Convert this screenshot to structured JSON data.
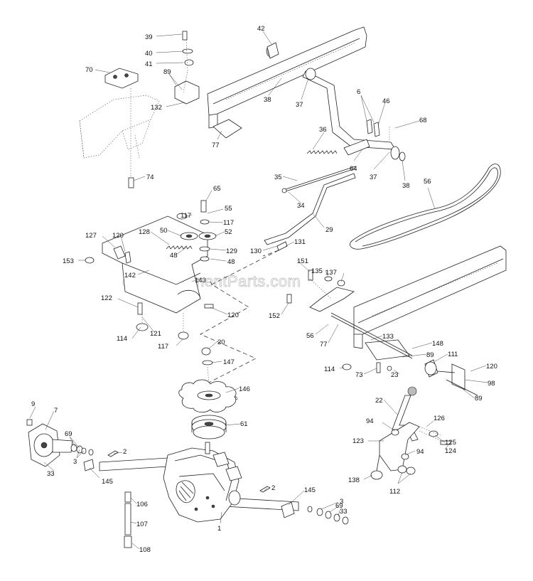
{
  "watermark": "eReplacementParts.com",
  "labels": {
    "p39": "39",
    "p40": "40",
    "p41": "41",
    "p42": "42",
    "p70": "70",
    "p89a": "89",
    "p132": "132",
    "p38a": "38",
    "p37a": "37",
    "p77a": "77",
    "p6": "6",
    "p46": "46",
    "p68": "68",
    "p36": "36",
    "p74": "74",
    "p35": "35",
    "p64": "64",
    "p37b": "37",
    "p38b": "38",
    "p56": "56",
    "p34": "34",
    "p65": "65",
    "p55": "55",
    "p117a": "117",
    "p117b": "117",
    "p50": "50",
    "p52": "52",
    "p127": "127",
    "p120a": "120",
    "p128": "128",
    "p29": "29",
    "p153": "153",
    "p129": "129",
    "p48a": "48",
    "p48b": "48",
    "p130": "130",
    "p131": "131",
    "p142": "142",
    "p143": "143",
    "p151": "151",
    "p135": "135",
    "p137": "137",
    "p122": "122",
    "p120b": "120",
    "p152": "152",
    "p114a": "114",
    "p121": "121",
    "p117c": "117",
    "p56b": "56",
    "p77b": "77",
    "p133": "133",
    "p20": "20",
    "p148": "148",
    "p89b": "89",
    "p147": "147",
    "p111": "111",
    "p114b": "114",
    "p73": "73",
    "p120c": "120",
    "p23": "23",
    "p98": "98",
    "p146": "146",
    "p89c": "89",
    "p22": "22",
    "p9": "9",
    "p7": "7",
    "p94a": "94",
    "p126": "126",
    "p61": "61",
    "p69a": "69",
    "p123": "123",
    "p125": "125",
    "p124": "124",
    "p94b": "94",
    "p2a": "2",
    "p33a": "33",
    "p3a": "3",
    "p145a": "145",
    "p138": "138",
    "p112": "112",
    "p2b": "2",
    "p145b": "145",
    "p3b": "3",
    "p69b": "69",
    "p33b": "33",
    "p106": "106",
    "p1": "1",
    "p107": "107",
    "p108": "108"
  }
}
